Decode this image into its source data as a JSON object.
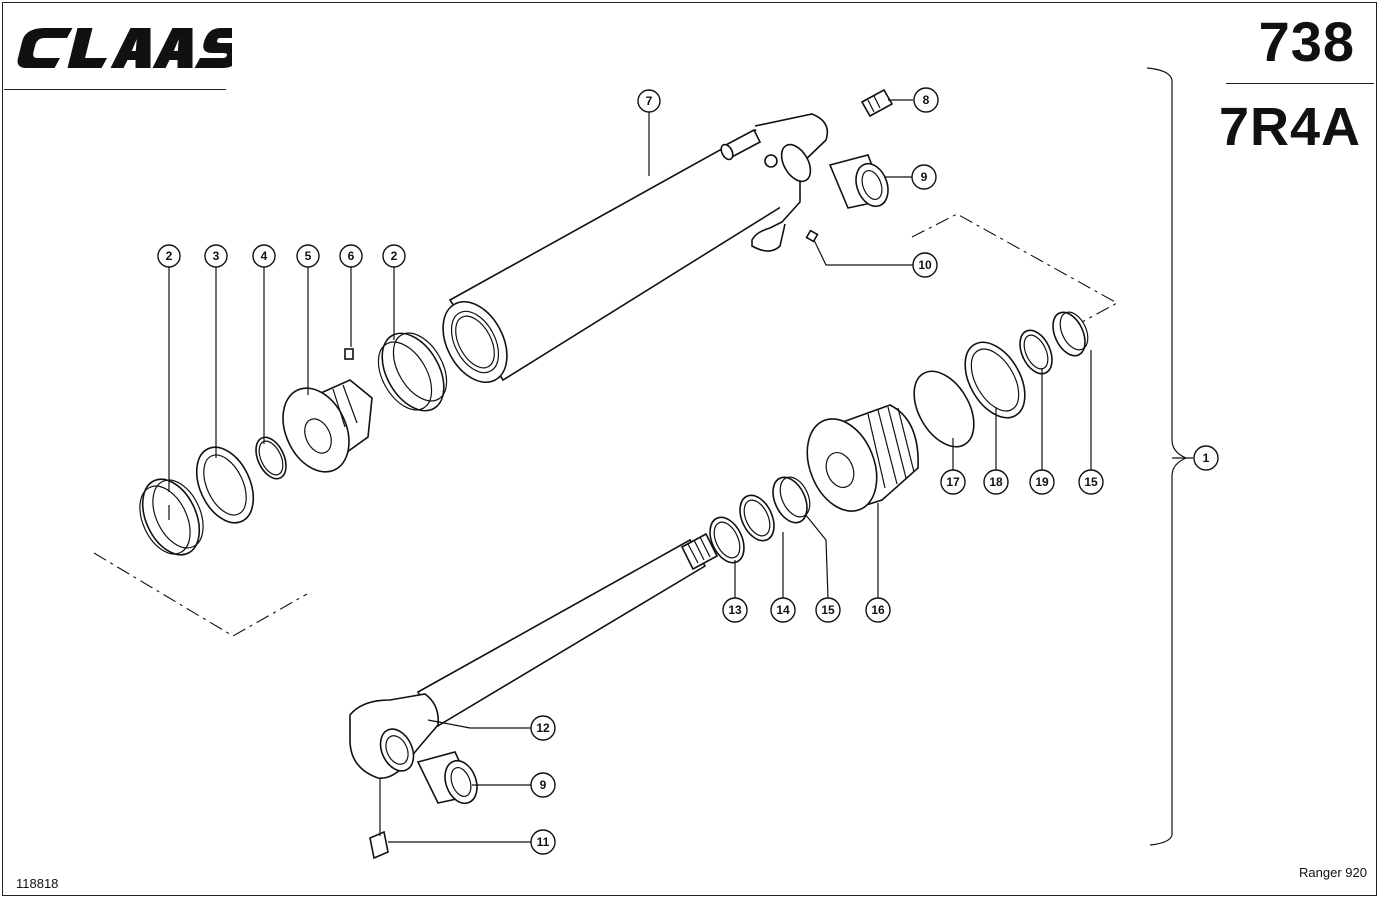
{
  "header": {
    "brand_logo_text": "CLAAS",
    "page_number": "738",
    "group_code": "7R4A"
  },
  "footer": {
    "drawing_number": "118818",
    "model_name": "Ranger 920"
  },
  "callouts": [
    {
      "id": "c1",
      "label": "1"
    },
    {
      "id": "c2a",
      "label": "2"
    },
    {
      "id": "c3",
      "label": "3"
    },
    {
      "id": "c4",
      "label": "4"
    },
    {
      "id": "c5",
      "label": "5"
    },
    {
      "id": "c6",
      "label": "6"
    },
    {
      "id": "c2b",
      "label": "2"
    },
    {
      "id": "c7",
      "label": "7"
    },
    {
      "id": "c8",
      "label": "8"
    },
    {
      "id": "c9a",
      "label": "9"
    },
    {
      "id": "c10",
      "label": "10"
    },
    {
      "id": "c11",
      "label": "11"
    },
    {
      "id": "c12",
      "label": "12"
    },
    {
      "id": "c9b",
      "label": "9"
    },
    {
      "id": "c13",
      "label": "13"
    },
    {
      "id": "c14",
      "label": "14"
    },
    {
      "id": "c15a",
      "label": "15"
    },
    {
      "id": "c16",
      "label": "16"
    },
    {
      "id": "c17",
      "label": "17"
    },
    {
      "id": "c18",
      "label": "18"
    },
    {
      "id": "c19",
      "label": "19"
    },
    {
      "id": "c15b",
      "label": "15"
    }
  ]
}
